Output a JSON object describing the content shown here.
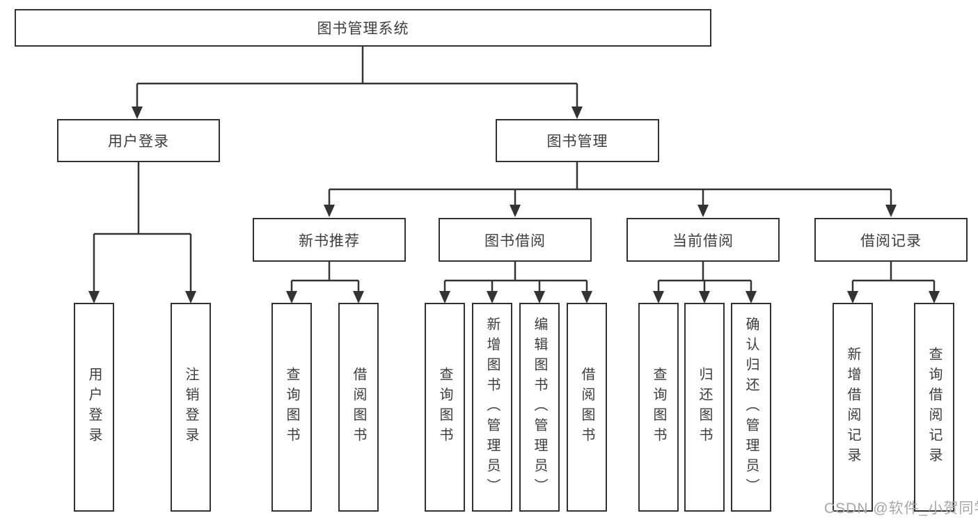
{
  "tree": {
    "label": "图书管理系统",
    "children": [
      {
        "label": "用户登录",
        "children": [
          {
            "label": "用户登录"
          },
          {
            "label": "注销登录"
          }
        ]
      },
      {
        "label": "图书管理",
        "children": [
          {
            "label": "新书推荐",
            "children": [
              {
                "label": "查询图书"
              },
              {
                "label": "借阅图书"
              }
            ]
          },
          {
            "label": "图书借阅",
            "children": [
              {
                "label": "查询图书"
              },
              {
                "label": "新增图书（管理员）"
              },
              {
                "label": "编辑图书（管理员）"
              },
              {
                "label": "借阅图书"
              }
            ]
          },
          {
            "label": "当前借阅",
            "children": [
              {
                "label": "查询图书"
              },
              {
                "label": "归还图书"
              },
              {
                "label": "确认归还（管理员）"
              }
            ]
          },
          {
            "label": "借阅记录",
            "children": [
              {
                "label": "新增借阅记录"
              },
              {
                "label": "查询借阅记录"
              }
            ]
          }
        ]
      }
    ]
  },
  "watermark": {
    "text": "CSDN @软件_小贺同学"
  },
  "colors": {
    "line": "#333333",
    "box_border": "#313131",
    "text": "#3d3d3d",
    "background": "#ffffff",
    "watermark": "#a7a7a7"
  }
}
